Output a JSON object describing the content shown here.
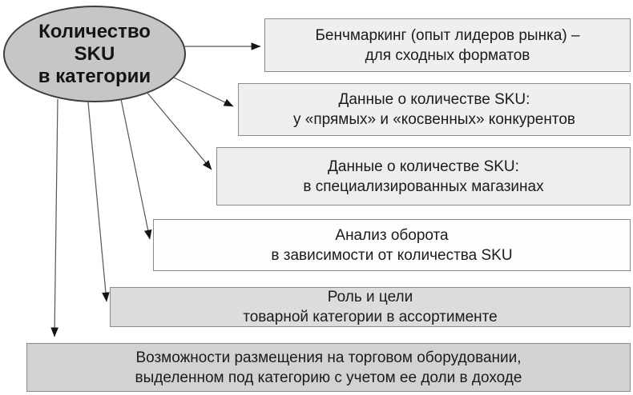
{
  "diagram": {
    "central_node": {
      "lines": [
        "Количество",
        "SKU",
        "в категории"
      ],
      "fill": "#c6c6c6",
      "border_color": "#3d3d3d"
    },
    "boxes": [
      {
        "name": "benchmarking",
        "lines": [
          "Бенчмаркинг (опыт лидеров рынка) –",
          "для сходных форматов"
        ],
        "fill": "#efefef"
      },
      {
        "name": "sku-data-competitors",
        "lines": [
          "Данные о количестве SKU:",
          "у «прямых» и «косвенных» конкурентов"
        ],
        "fill": "#efefef"
      },
      {
        "name": "sku-data-specialized-stores",
        "lines": [
          "Данные о количестве SKU:",
          "в специализированных магазинах"
        ],
        "fill": "#ededed"
      },
      {
        "name": "turnover-analysis",
        "lines": [
          "Анализ оборота",
          "в зависимости от количества SKU"
        ],
        "fill": "#fdfdfd"
      },
      {
        "name": "category-role-goals",
        "lines": [
          "Роль и цели",
          "товарной категории в ассортименте"
        ],
        "fill": "#dcdcdc"
      },
      {
        "name": "equipment-placement",
        "lines": [
          "Возможности размещения на торговом оборудовании,",
          "выделенном под категорию с учетом ее доли в доходе"
        ],
        "fill": "#d2d2d2"
      }
    ],
    "colors": {
      "background": "#ffffff",
      "box_border": "#8a8a8a",
      "arrow_line": "#555555",
      "arrow_head": "#151515",
      "text": "#1b1b1b"
    }
  }
}
